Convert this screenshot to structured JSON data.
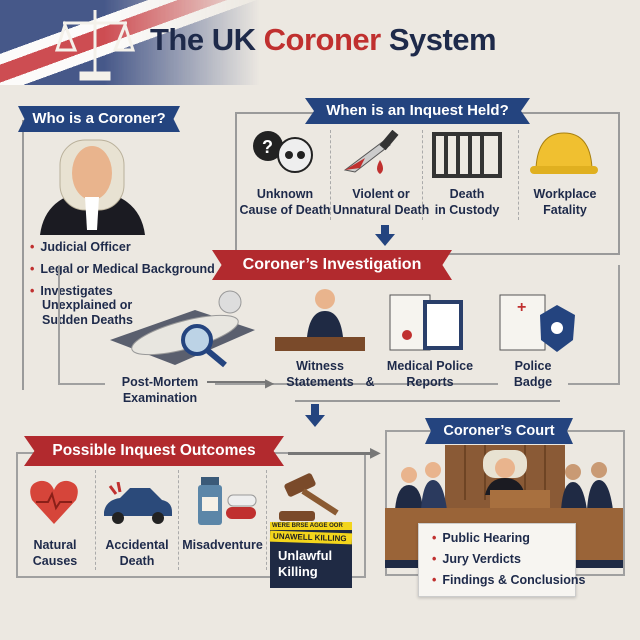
{
  "header": {
    "title_pre": "The UK ",
    "title_accent": "Coroner",
    "title_post": " System"
  },
  "who": {
    "heading": "Who is a Coroner?",
    "bullets": [
      "Judicial Officer",
      "Legal or Medical Background",
      "Investigates"
    ],
    "bullet3_sub": "Unexplained or Sudden Deaths"
  },
  "when": {
    "heading": "When is an Inquest Held?",
    "items": [
      {
        "l1": "Unknown",
        "l2": "Cause of Death",
        "icon": "skull-question-icon"
      },
      {
        "l1": "Violent or",
        "l2": "Unnatural Death",
        "icon": "knife-icon"
      },
      {
        "l1": "Death",
        "l2": "in Custody",
        "icon": "prison-bars-icon"
      },
      {
        "l1": "Workplace",
        "l2": "Fatality",
        "icon": "hard-hat-icon"
      }
    ]
  },
  "investigation": {
    "heading": "Coroner’s Investigation",
    "post_mortem": "Post-Mortem Examination",
    "witness": "Witness Statements",
    "amp": "&",
    "reports": "Medical Police Reports",
    "badge": "Police Badge"
  },
  "outcomes": {
    "heading": "Possible Inquest Outcomes",
    "items": [
      {
        "l1": "Natural",
        "l2": "Causes"
      },
      {
        "l1": "Accidental",
        "l2": "Death"
      },
      {
        "l1": "Misadventure",
        "l2": ""
      }
    ],
    "tape1": "UNAWELL KILLING",
    "tape0": "WERE BRSE AGGE OOR",
    "unlawful": "Unlawful Killing"
  },
  "court": {
    "heading": "Coroner’s Court",
    "bullets": [
      "Public Hearing",
      "Jury Verdicts",
      "Findings & Conclusions"
    ]
  },
  "colors": {
    "navy": "#24447f",
    "red": "#b22a2e"
  }
}
